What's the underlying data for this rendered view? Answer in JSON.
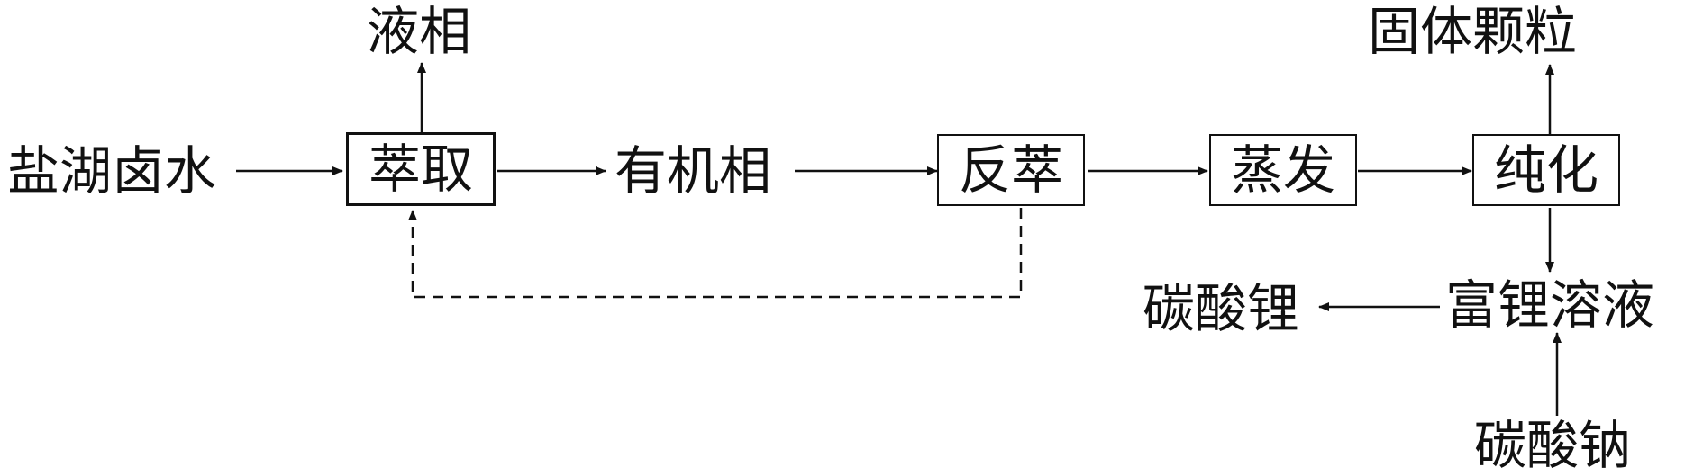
{
  "nodes": {
    "brine": "盐湖卤水",
    "extraction": "萃取",
    "liquid_phase": "液相",
    "organic_phase": "有机相",
    "back_extraction": "反萃",
    "evaporation": "蒸发",
    "purification": "纯化",
    "solid_particles": "固体颗粒",
    "lithium_rich_solution": "富锂溶液",
    "lithium_carbonate": "碳酸锂",
    "sodium_carbonate": "碳酸钠"
  }
}
